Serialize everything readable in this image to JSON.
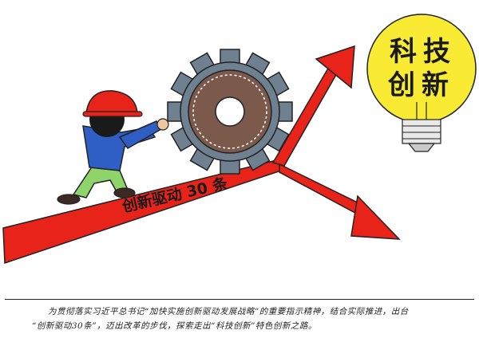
{
  "illustration": {
    "arrow_label": "创新驱动 30 条",
    "bulb_text": [
      "科",
      "技",
      "创",
      "新"
    ]
  },
  "caption": {
    "line1": "为贯彻落实习近平总书记“加快实施创新驱动发展战略”的重要指示精神，结合实际推进，出台",
    "line2": "“创新驱动30条”，迈出改革的步伐，探索走出“科技创新”特色创新之路。"
  },
  "colors": {
    "arrow": "#e8241a",
    "helmet": "#e8241a",
    "shirt": "#2f5fc4",
    "pants": "#8fd46a",
    "gear": "#6f8090",
    "gear_core": "#7b5a4c",
    "bulb": "#f9ea34"
  }
}
